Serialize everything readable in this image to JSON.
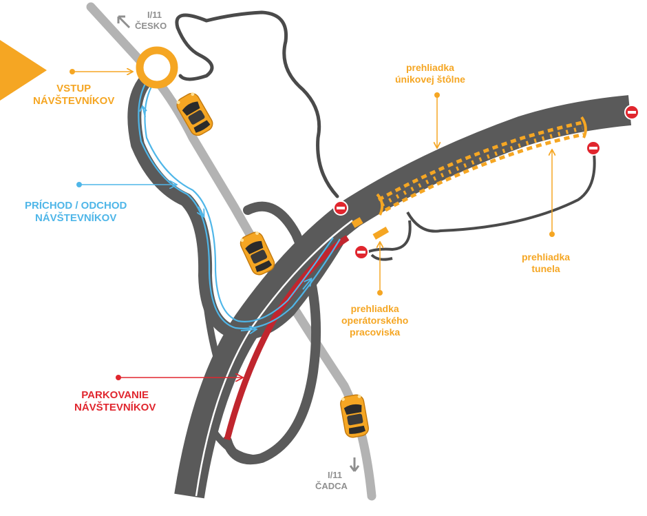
{
  "colors": {
    "orange": "#f5a623",
    "blue": "#4fb6e8",
    "red": "#e0262e",
    "road": "#5a5a5a",
    "secondary_road": "#b3b3b3",
    "path": "#4a4a4a",
    "white": "#ffffff"
  },
  "roads": {
    "north": {
      "line1": "I/11",
      "line2": "ČESKO"
    },
    "south": {
      "line1": "I/11",
      "line2": "ČADCA"
    }
  },
  "legend": {
    "entry": {
      "line1": "VSTUP",
      "line2": "NÁVŠTEVNÍKOV"
    },
    "walkway": {
      "line1": "PRÍCHOD / ODCHOD",
      "line2": "NÁVŠTEVNÍKOV"
    },
    "parking": {
      "line1": "PARKOVANIE",
      "line2": "NÁVŠTEVNÍKOV"
    }
  },
  "tour_points": {
    "escape_tunnel": {
      "line1": "prehliadka",
      "line2": "únikovej štôlne"
    },
    "tunnel": {
      "line1": "prehliadka",
      "line2": "tunela"
    },
    "operator": {
      "line1": "prehliadka",
      "line2": "operátorského",
      "line3": "pracoviska"
    }
  },
  "icons": [
    "entry-arrow-icon",
    "roundabout-icon",
    "car-icon",
    "no-entry-sign-icon",
    "direction-arrow-icon"
  ]
}
